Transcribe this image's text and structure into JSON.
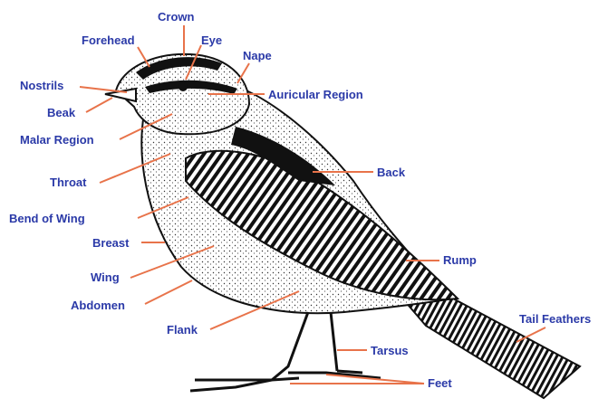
{
  "diagram": {
    "labels": {
      "crown": "Crown",
      "forehead": "Forehead",
      "eye": "Eye",
      "nape": "Nape",
      "nostrils": "Nostrils",
      "auricular_region": "Auricular Region",
      "beak": "Beak",
      "malar_region": "Malar Region",
      "throat": "Throat",
      "back": "Back",
      "bend_of_wing": "Bend of Wing",
      "breast": "Breast",
      "rump": "Rump",
      "wing": "Wing",
      "abdomen": "Abdomen",
      "flank": "Flank",
      "tail_feathers": "Tail Feathers",
      "tarsus": "Tarsus",
      "feet": "Feet"
    },
    "colors": {
      "label_text": "#2b3aa8",
      "leader_line": "#e8734a",
      "bird_ink": "#111111",
      "background": "#ffffff"
    }
  }
}
